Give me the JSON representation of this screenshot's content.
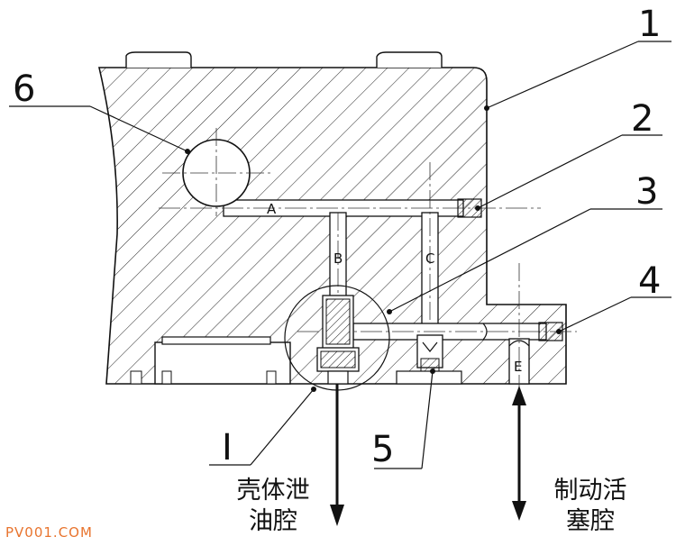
{
  "callouts": [
    "1",
    "2",
    "3",
    "4",
    "5",
    "6",
    "I"
  ],
  "channels": [
    "A",
    "B",
    "C",
    "E"
  ],
  "port_left": [
    "壳体泄",
    "油腔"
  ],
  "port_right": [
    "制动活",
    "塞腔"
  ],
  "watermark": "PV001.COM"
}
